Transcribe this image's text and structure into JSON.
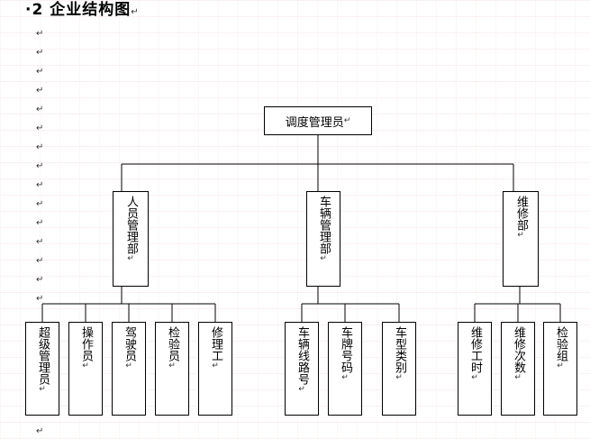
{
  "heading": {
    "bullet": "·2",
    "title": "企业结构图",
    "mark": "↵"
  },
  "para_mark": "↵",
  "chart": {
    "root": {
      "label": "调度管理员",
      "mark": "↵"
    },
    "departments": [
      {
        "label": "人员管理部",
        "mark": "↵"
      },
      {
        "label": "车辆管理部",
        "mark": "↵"
      },
      {
        "label": "维修部",
        "mark": "↵"
      }
    ],
    "roles": [
      {
        "label": "超级管理员",
        "mark": "↵"
      },
      {
        "label": "操作员",
        "mark": "↵"
      },
      {
        "label": "驾驶员",
        "mark": "↵"
      },
      {
        "label": "检验员",
        "mark": "↵"
      },
      {
        "label": "修理工",
        "mark": "↵"
      },
      {
        "label": "车辆线路号",
        "mark": "↵"
      },
      {
        "label": "车牌号码",
        "mark": "↵"
      },
      {
        "label": "车型类别",
        "mark": "↵"
      },
      {
        "label": "维修工时",
        "mark": "↵"
      },
      {
        "label": "维修次数",
        "mark": "↵"
      },
      {
        "label": "检验组",
        "mark": "↵"
      }
    ]
  }
}
